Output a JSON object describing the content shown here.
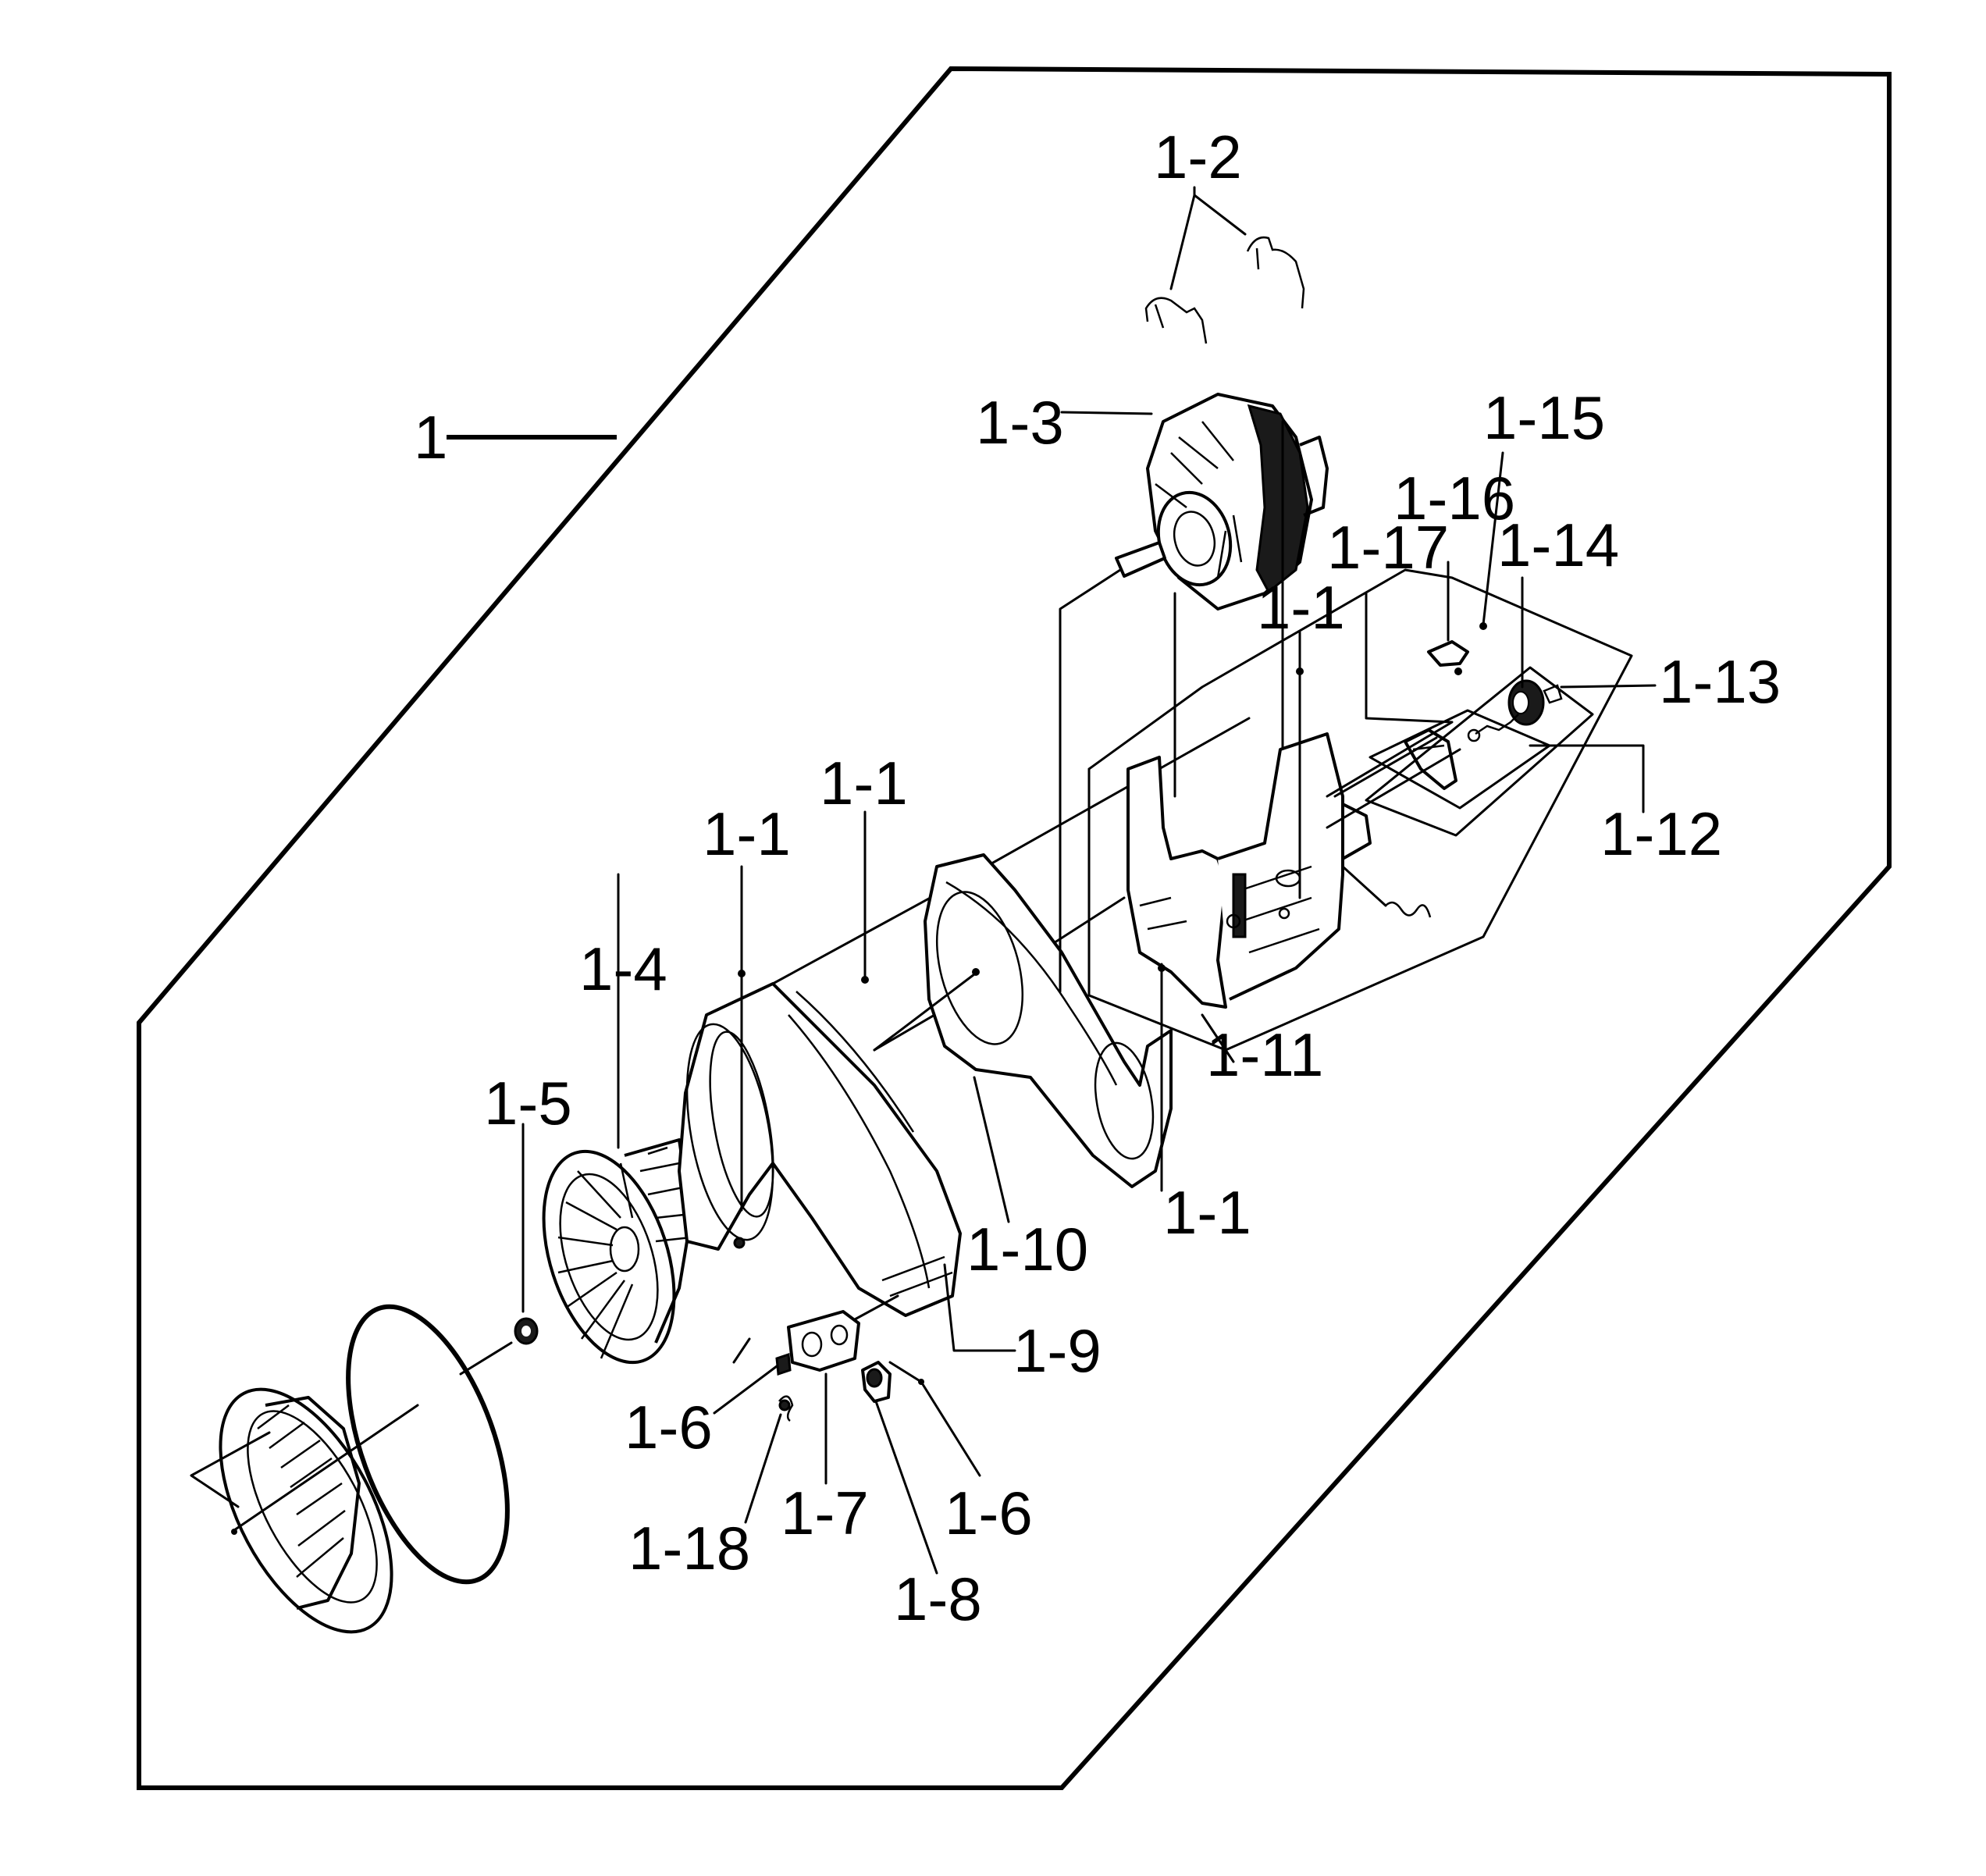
{
  "labels": {
    "assembly": "1",
    "pin_1_1_a": "1-1",
    "pin_1_1_b": "1-1",
    "pin_1_1_c": "1-1",
    "pin_1_1_d": "1-1",
    "clips": "1-2",
    "motor": "1-3",
    "fan": "1-4",
    "nut": "1-5",
    "screw_left": "1-6",
    "screw_right": "1-6",
    "plate": "1-7",
    "clamp": "1-8",
    "duct_gasket": "1-9",
    "housing_gasket": "1-10",
    "bracket": "1-11",
    "base_plate": "1-12",
    "cap": "1-13",
    "spring_part": "1-14",
    "small_screw": "1-15",
    "clip_part": "1-16",
    "lever": "1-17",
    "spring": "1-18"
  }
}
